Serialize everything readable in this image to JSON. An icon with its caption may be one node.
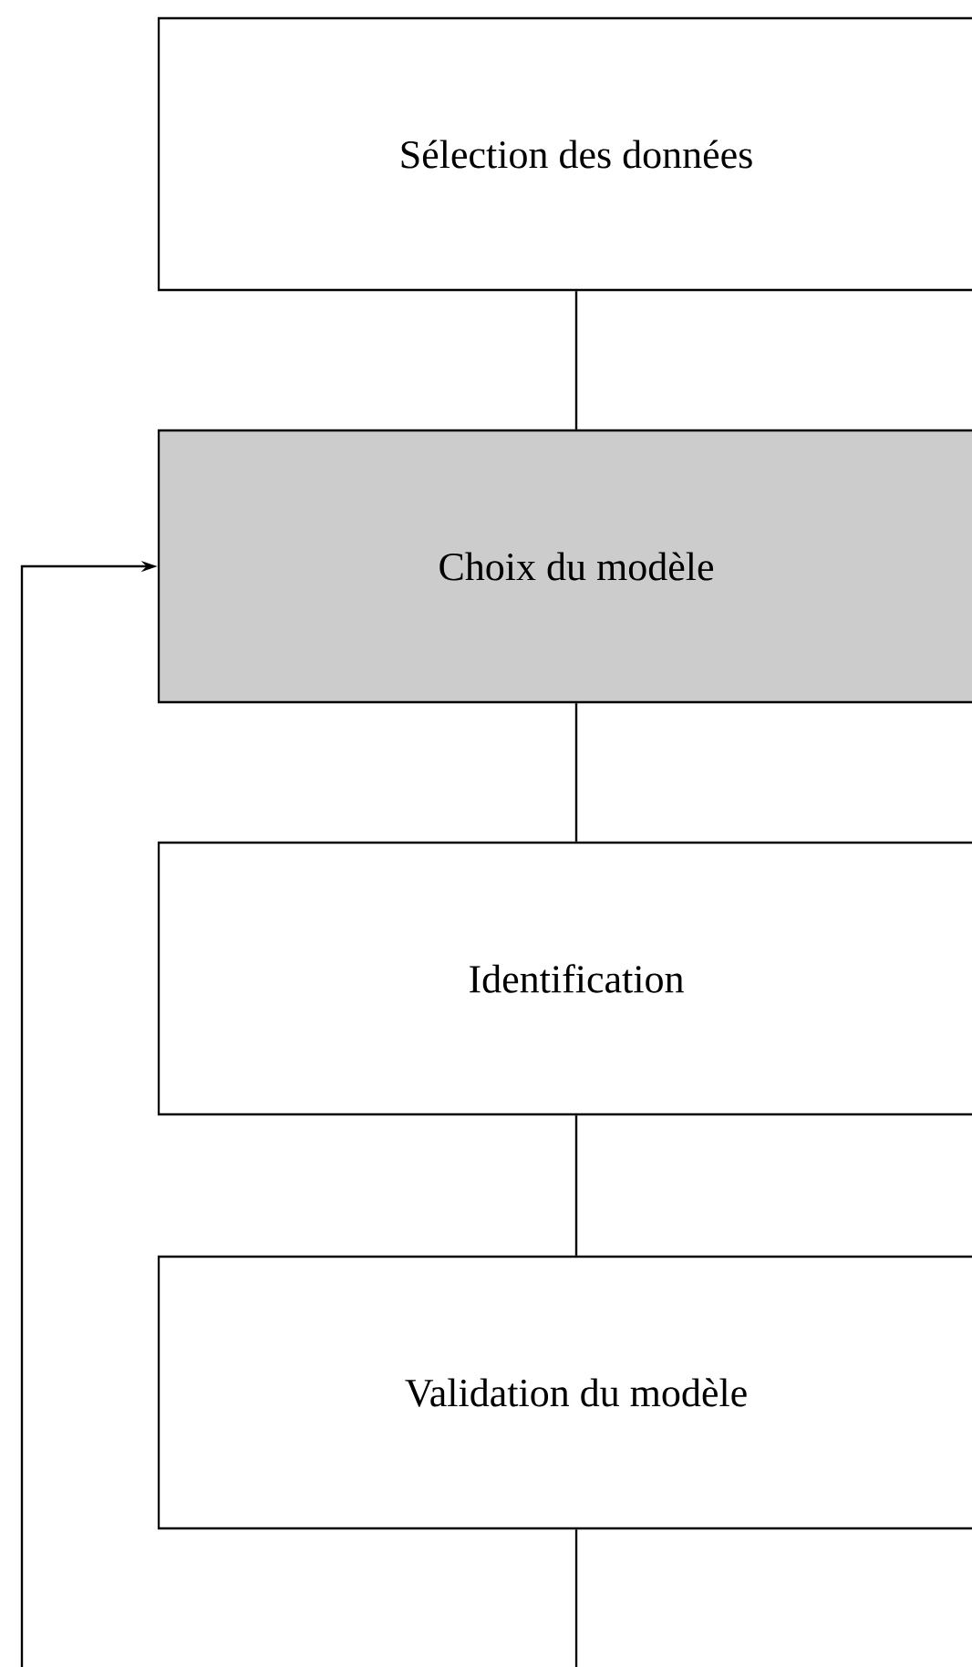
{
  "diagram": {
    "nodes": [
      {
        "text": [
          "Sélection des données"
        ]
      },
      {
        "text": [
          "Choix du modèle"
        ]
      },
      {
        "text": [
          "Identification"
        ]
      },
      {
        "text": [
          "Validation du modèle"
        ]
      }
    ],
    "edges": [
      {
        "from": 0,
        "to": 1,
        "arrow": "none"
      },
      {
        "from": 1,
        "to": 2,
        "arrow": "none"
      },
      {
        "from": 2,
        "to": 3,
        "arrow": "none"
      },
      {
        "from": 3,
        "to": null,
        "arrow": "none"
      },
      {
        "from": null,
        "to": 1,
        "arrow": "to"
      }
    ]
  }
}
